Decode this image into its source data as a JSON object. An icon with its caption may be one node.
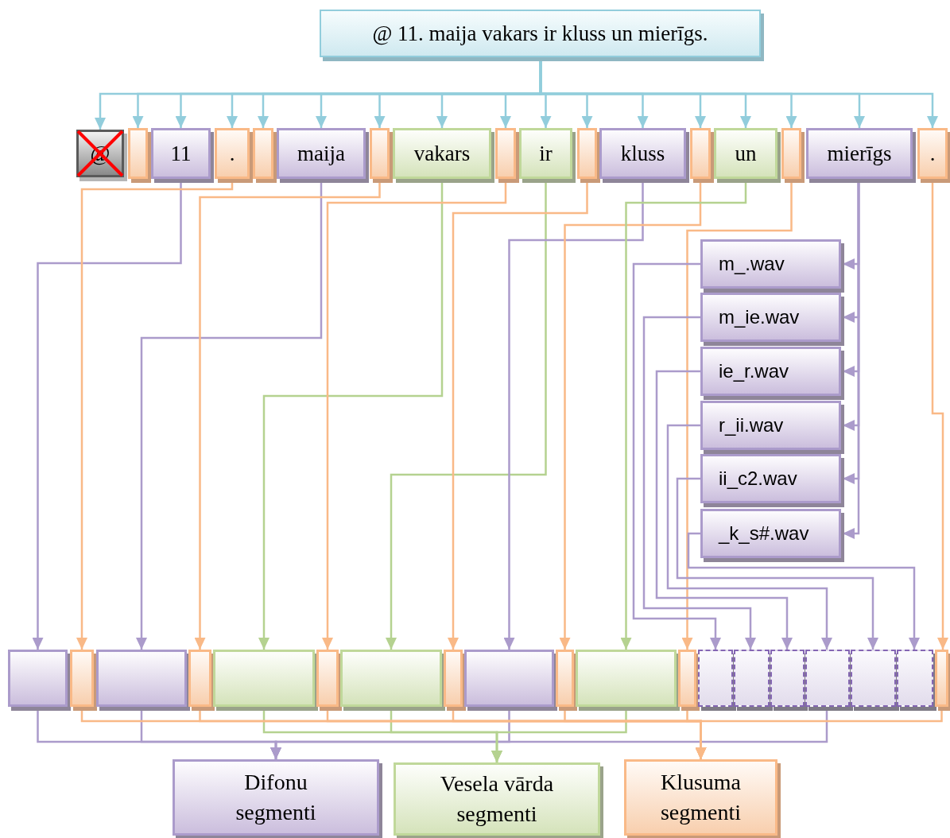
{
  "diagram": {
    "nodes": [
      {
        "text": [
          "@ 11. maija vakars ir kluss un mierīgs."
        ]
      },
      {
        "text": [
          "@"
        ]
      },
      {
        "text": [],
        "shape": "box"
      },
      {
        "text": [
          "11"
        ]
      },
      {
        "text": [
          "."
        ]
      },
      {
        "text": [],
        "shape": "box"
      },
      {
        "text": [
          "maija"
        ]
      },
      {
        "text": [],
        "shape": "box"
      },
      {
        "text": [
          "vakars"
        ]
      },
      {
        "text": [],
        "shape": "box"
      },
      {
        "text": [
          "ir"
        ]
      },
      {
        "text": [],
        "shape": "box"
      },
      {
        "text": [
          "kluss"
        ]
      },
      {
        "text": [],
        "shape": "box"
      },
      {
        "text": [
          "un"
        ]
      },
      {
        "text": [],
        "shape": "box"
      },
      {
        "text": [
          "mierīgs"
        ]
      },
      {
        "text": [
          "."
        ]
      },
      {
        "text": [
          "m_.wav"
        ]
      },
      {
        "text": [
          "m_ie.wav"
        ]
      },
      {
        "text": [
          "ie_r.wav"
        ]
      },
      {
        "text": [
          "r_ii.wav"
        ]
      },
      {
        "text": [
          "ii_c2.wav"
        ]
      },
      {
        "text": [
          "_k_s#.wav"
        ]
      },
      {
        "text": [],
        "shape": "box"
      },
      {
        "text": [],
        "shape": "box"
      },
      {
        "text": [],
        "shape": "box"
      },
      {
        "text": [],
        "shape": "box"
      },
      {
        "text": [],
        "shape": "box"
      },
      {
        "text": [],
        "shape": "box"
      },
      {
        "text": [],
        "shape": "box"
      },
      {
        "text": [],
        "shape": "box"
      },
      {
        "text": [],
        "shape": "box"
      },
      {
        "text": [],
        "shape": "box"
      },
      {
        "text": [],
        "shape": "box"
      },
      {
        "text": [],
        "shape": "box"
      },
      {
        "text": [],
        "shape": "box"
      },
      {
        "text": [],
        "shape": "box"
      },
      {
        "text": [],
        "shape": "box"
      },
      {
        "text": [],
        "shape": "box"
      },
      {
        "text": [],
        "shape": "box"
      },
      {
        "text": [],
        "shape": "box"
      },
      {
        "text": [],
        "shape": "box"
      },
      {
        "text": [
          "Difonu segmenti"
        ]
      },
      {
        "text": [
          "Vesela vārda segmenti"
        ]
      },
      {
        "text": [
          "Klusuma segmenti"
        ]
      }
    ],
    "edges": [
      {
        "from": 0,
        "to": 1,
        "arrow": "to",
        "color": "#92cddc"
      },
      {
        "from": 0,
        "to": 2,
        "arrow": "to",
        "color": "#92cddc"
      },
      {
        "from": 0,
        "to": 3,
        "arrow": "to",
        "color": "#92cddc"
      },
      {
        "from": 0,
        "to": 4,
        "arrow": "to",
        "color": "#92cddc"
      },
      {
        "from": 0,
        "to": 5,
        "arrow": "to",
        "color": "#92cddc"
      },
      {
        "from": 0,
        "to": 6,
        "arrow": "to",
        "color": "#92cddc"
      },
      {
        "from": 0,
        "to": 7,
        "arrow": "to",
        "color": "#92cddc"
      },
      {
        "from": 0,
        "to": 8,
        "arrow": "to",
        "color": "#92cddc"
      },
      {
        "from": 0,
        "to": 9,
        "arrow": "to",
        "color": "#92cddc"
      },
      {
        "from": 0,
        "to": 10,
        "arrow": "to",
        "color": "#92cddc"
      },
      {
        "from": 0,
        "to": 11,
        "arrow": "to",
        "color": "#92cddc"
      },
      {
        "from": 0,
        "to": 12,
        "arrow": "to",
        "color": "#92cddc"
      },
      {
        "from": 0,
        "to": 13,
        "arrow": "to",
        "color": "#92cddc"
      },
      {
        "from": 0,
        "to": 14,
        "arrow": "to",
        "color": "#92cddc"
      },
      {
        "from": 0,
        "to": 15,
        "arrow": "to",
        "color": "#92cddc"
      },
      {
        "from": 0,
        "to": 16,
        "arrow": "to",
        "color": "#92cddc"
      },
      {
        "from": 0,
        "to": 17,
        "arrow": "to",
        "color": "#92cddc"
      },
      {
        "from": 16,
        "to": 18,
        "arrow": "to"
      },
      {
        "from": 16,
        "to": 19,
        "arrow": "to"
      },
      {
        "from": 16,
        "to": 20,
        "arrow": "to"
      },
      {
        "from": 16,
        "to": 21,
        "arrow": "to"
      },
      {
        "from": 16,
        "to": 22,
        "arrow": "to"
      },
      {
        "from": 16,
        "to": 23,
        "arrow": "to"
      },
      {
        "from": 3,
        "to": 24,
        "arrow": "to"
      },
      {
        "from": 4,
        "to": 25,
        "arrow": "to",
        "color": "#f9b987"
      },
      {
        "from": 6,
        "to": 26,
        "arrow": "to"
      },
      {
        "from": 7,
        "to": 27,
        "arrow": "to",
        "color": "#f9b987"
      },
      {
        "from": 8,
        "to": 28,
        "arrow": "to",
        "color": "#b5d290"
      },
      {
        "from": 9,
        "to": 29,
        "arrow": "to",
        "color": "#f9b987"
      },
      {
        "from": 10,
        "to": 30,
        "arrow": "to",
        "color": "#b5d290"
      },
      {
        "from": 11,
        "to": 31,
        "arrow": "to",
        "color": "#f9b987"
      },
      {
        "from": 12,
        "to": 32,
        "arrow": "to"
      },
      {
        "from": 13,
        "to": 33,
        "arrow": "to",
        "color": "#f9b987"
      },
      {
        "from": 14,
        "to": 34,
        "arrow": "to",
        "color": "#b5d290"
      },
      {
        "from": 15,
        "to": 35,
        "arrow": "to",
        "color": "#f9b987"
      },
      {
        "from": 17,
        "to": 42,
        "arrow": "to",
        "color": "#f9b987"
      },
      {
        "from": 18,
        "to": 36,
        "arrow": "to"
      },
      {
        "from": 19,
        "to": 37,
        "arrow": "to"
      },
      {
        "from": 20,
        "to": 38,
        "arrow": "to"
      },
      {
        "from": 21,
        "to": 39,
        "arrow": "to"
      },
      {
        "from": 22,
        "to": 40,
        "arrow": "to"
      },
      {
        "from": 23,
        "to": 41,
        "arrow": "to"
      },
      {
        "from": 24,
        "to": 43,
        "arrow": "to"
      },
      {
        "from": 26,
        "to": 43,
        "arrow": "to"
      },
      {
        "from": 32,
        "to": 43,
        "arrow": "to"
      },
      {
        "from": 39,
        "to": 43,
        "arrow": "to"
      },
      {
        "from": 28,
        "to": 44,
        "arrow": "to",
        "color": "#b5d290"
      },
      {
        "from": 30,
        "to": 44,
        "arrow": "to",
        "color": "#b5d290"
      },
      {
        "from": 34,
        "to": 44,
        "arrow": "to",
        "color": "#b5d290"
      },
      {
        "from": 25,
        "to": 45,
        "arrow": "to",
        "color": "#f9b987"
      },
      {
        "from": 27,
        "to": 45,
        "arrow": "to",
        "color": "#f9b987"
      },
      {
        "from": 29,
        "to": 45,
        "arrow": "to",
        "color": "#f9b987"
      },
      {
        "from": 31,
        "to": 45,
        "arrow": "to",
        "color": "#f9b987"
      },
      {
        "from": 33,
        "to": 45,
        "arrow": "to",
        "color": "#f9b987"
      },
      {
        "from": 35,
        "to": 45,
        "arrow": "to",
        "color": "#f9b987"
      },
      {
        "from": 42,
        "to": 45,
        "arrow": "to",
        "color": "#f9b987"
      }
    ]
  }
}
